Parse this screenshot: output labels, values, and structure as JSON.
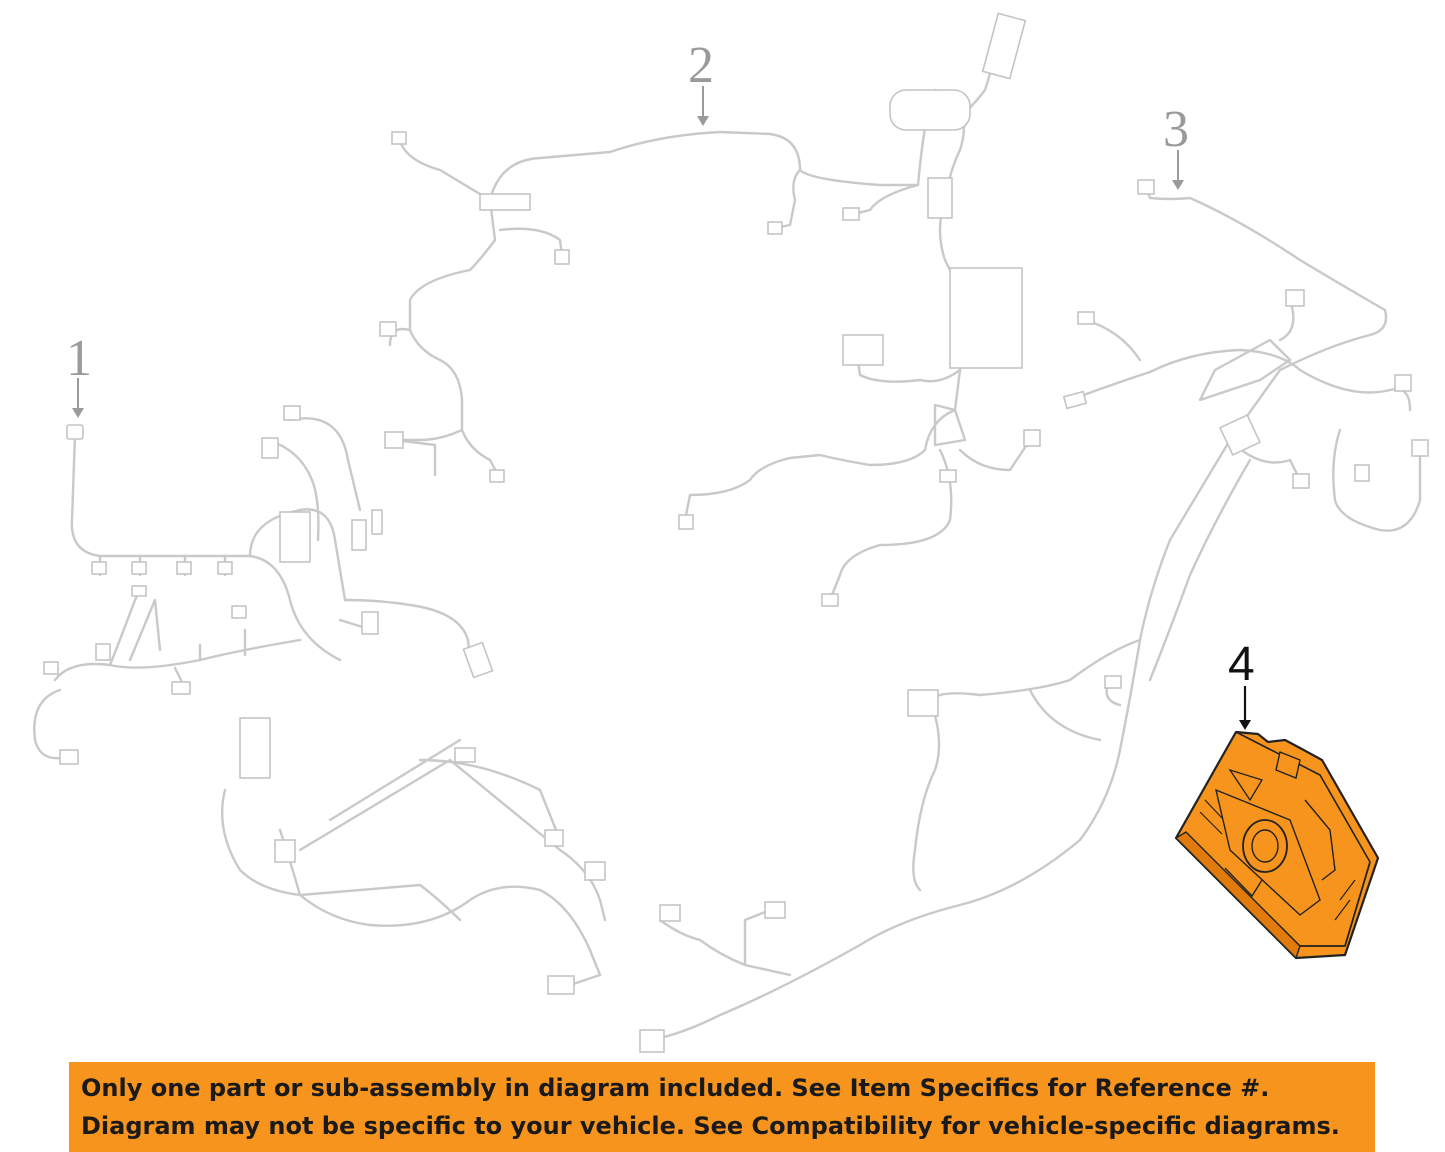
{
  "callouts": {
    "c1": "1",
    "c2": "2",
    "c3": "3",
    "c4": "4"
  },
  "banner": {
    "line1": "Only one part or sub-assembly in diagram included. See Item Specifics for Reference #.",
    "line2": "Diagram may not be specific to your vehicle. See Compatibility for vehicle-specific diagrams."
  },
  "colors": {
    "banner_bg": "#f7941d",
    "highlight_part": "#f7941d",
    "wire_gray": "#c9c9c9"
  }
}
